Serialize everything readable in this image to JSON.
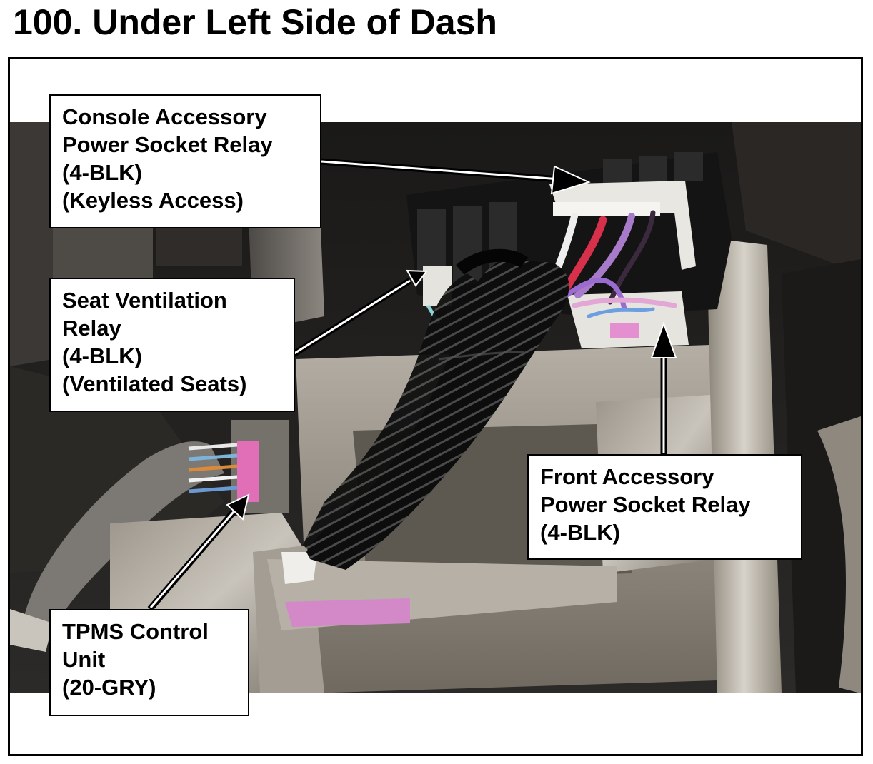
{
  "title": "100.  Under Left Side of Dash",
  "callouts": {
    "console_relay": {
      "lines": [
        "Console Accessory",
        "Power Socket Relay",
        "(4-BLK)",
        "(Keyless Access)"
      ]
    },
    "seat_relay": {
      "lines": [
        "Seat Ventilation",
        "Relay",
        "(4-BLK)",
        "(Ventilated Seats)"
      ]
    },
    "front_relay": {
      "lines": [
        "Front Accessory",
        "Power Socket Relay",
        "(4-BLK)"
      ]
    },
    "tpms_unit": {
      "lines": [
        "TPMS Control",
        "Unit",
        "(20-GRY)"
      ]
    }
  },
  "colors": {
    "frame": "#000000",
    "callout_bg": "#ffffff",
    "text": "#000000"
  }
}
